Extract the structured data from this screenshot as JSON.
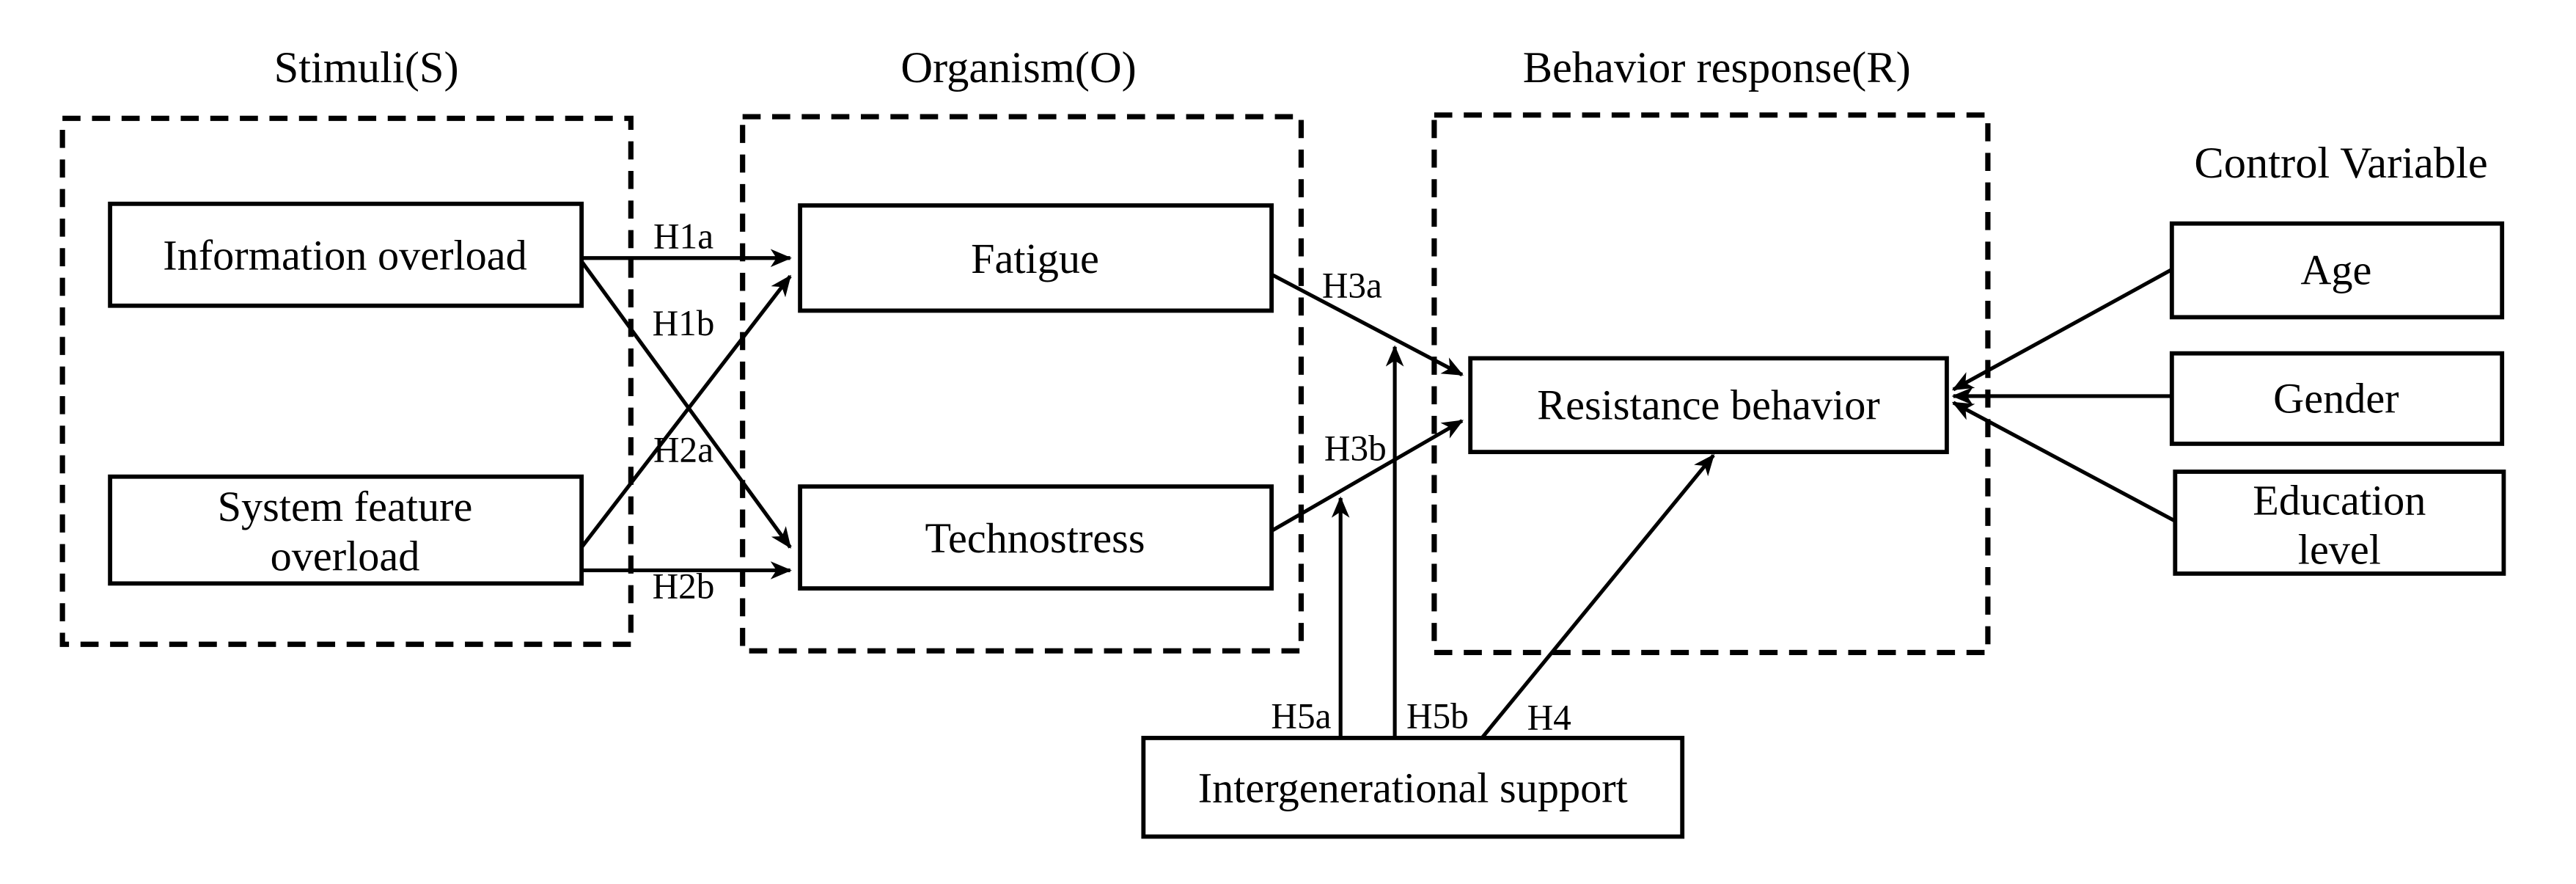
{
  "diagram": {
    "background_color": "#ffffff",
    "line_color": "#000000",
    "titles": {
      "stimuli": "Stimuli(S)",
      "organism": "Organism(O)",
      "behavior_response": "Behavior response(R)",
      "control_variable": "Control Variable"
    },
    "boxes": {
      "information_overload": "Information overload",
      "system_feature_overload_line1": "System feature",
      "system_feature_overload_line2": "overload",
      "fatigue": "Fatigue",
      "technostress": "Technostress",
      "resistance_behavior": "Resistance behavior",
      "intergenerational_support": "Intergenerational support",
      "age": "Age",
      "gender": "Gender",
      "education_level_line1": "Education",
      "education_level_line2": "level"
    },
    "hypotheses": {
      "h1a": "H1a",
      "h1b": "H1b",
      "h2a": "H2a",
      "h2b": "H2b",
      "h3a": "H3a",
      "h3b": "H3b",
      "h4": "H4",
      "h5a": "H5a",
      "h5b": "H5b"
    }
  }
}
